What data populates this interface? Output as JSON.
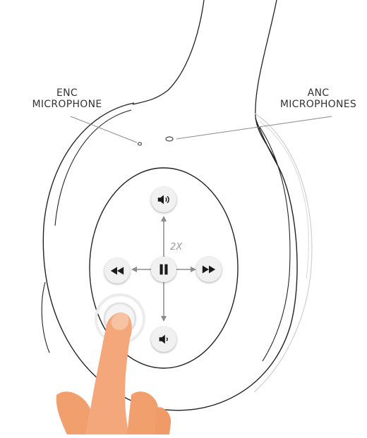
{
  "labels": {
    "enc_line1": "ENC",
    "enc_line2": "MICROPHONE",
    "anc_line1": "ANC",
    "anc_line2": "MICROPHONES",
    "double_tap": "2X"
  },
  "controls": [
    {
      "id": "volume-up",
      "icon": "volume-up-icon"
    },
    {
      "id": "play-pause",
      "icon": "pause-icon"
    },
    {
      "id": "previous",
      "icon": "rewind-icon"
    },
    {
      "id": "next",
      "icon": "fast-forward-icon"
    },
    {
      "id": "volume-down",
      "icon": "volume-down-icon"
    }
  ],
  "colors": {
    "outline": "#222222",
    "leader_line": "#8a8a8a",
    "arrow": "#8a8a8a",
    "button_bg": "#f1f1f1",
    "icon": "#1a1a1a",
    "finger_skin": "#f4a77a",
    "tap_ring": "#e6e6e6"
  }
}
